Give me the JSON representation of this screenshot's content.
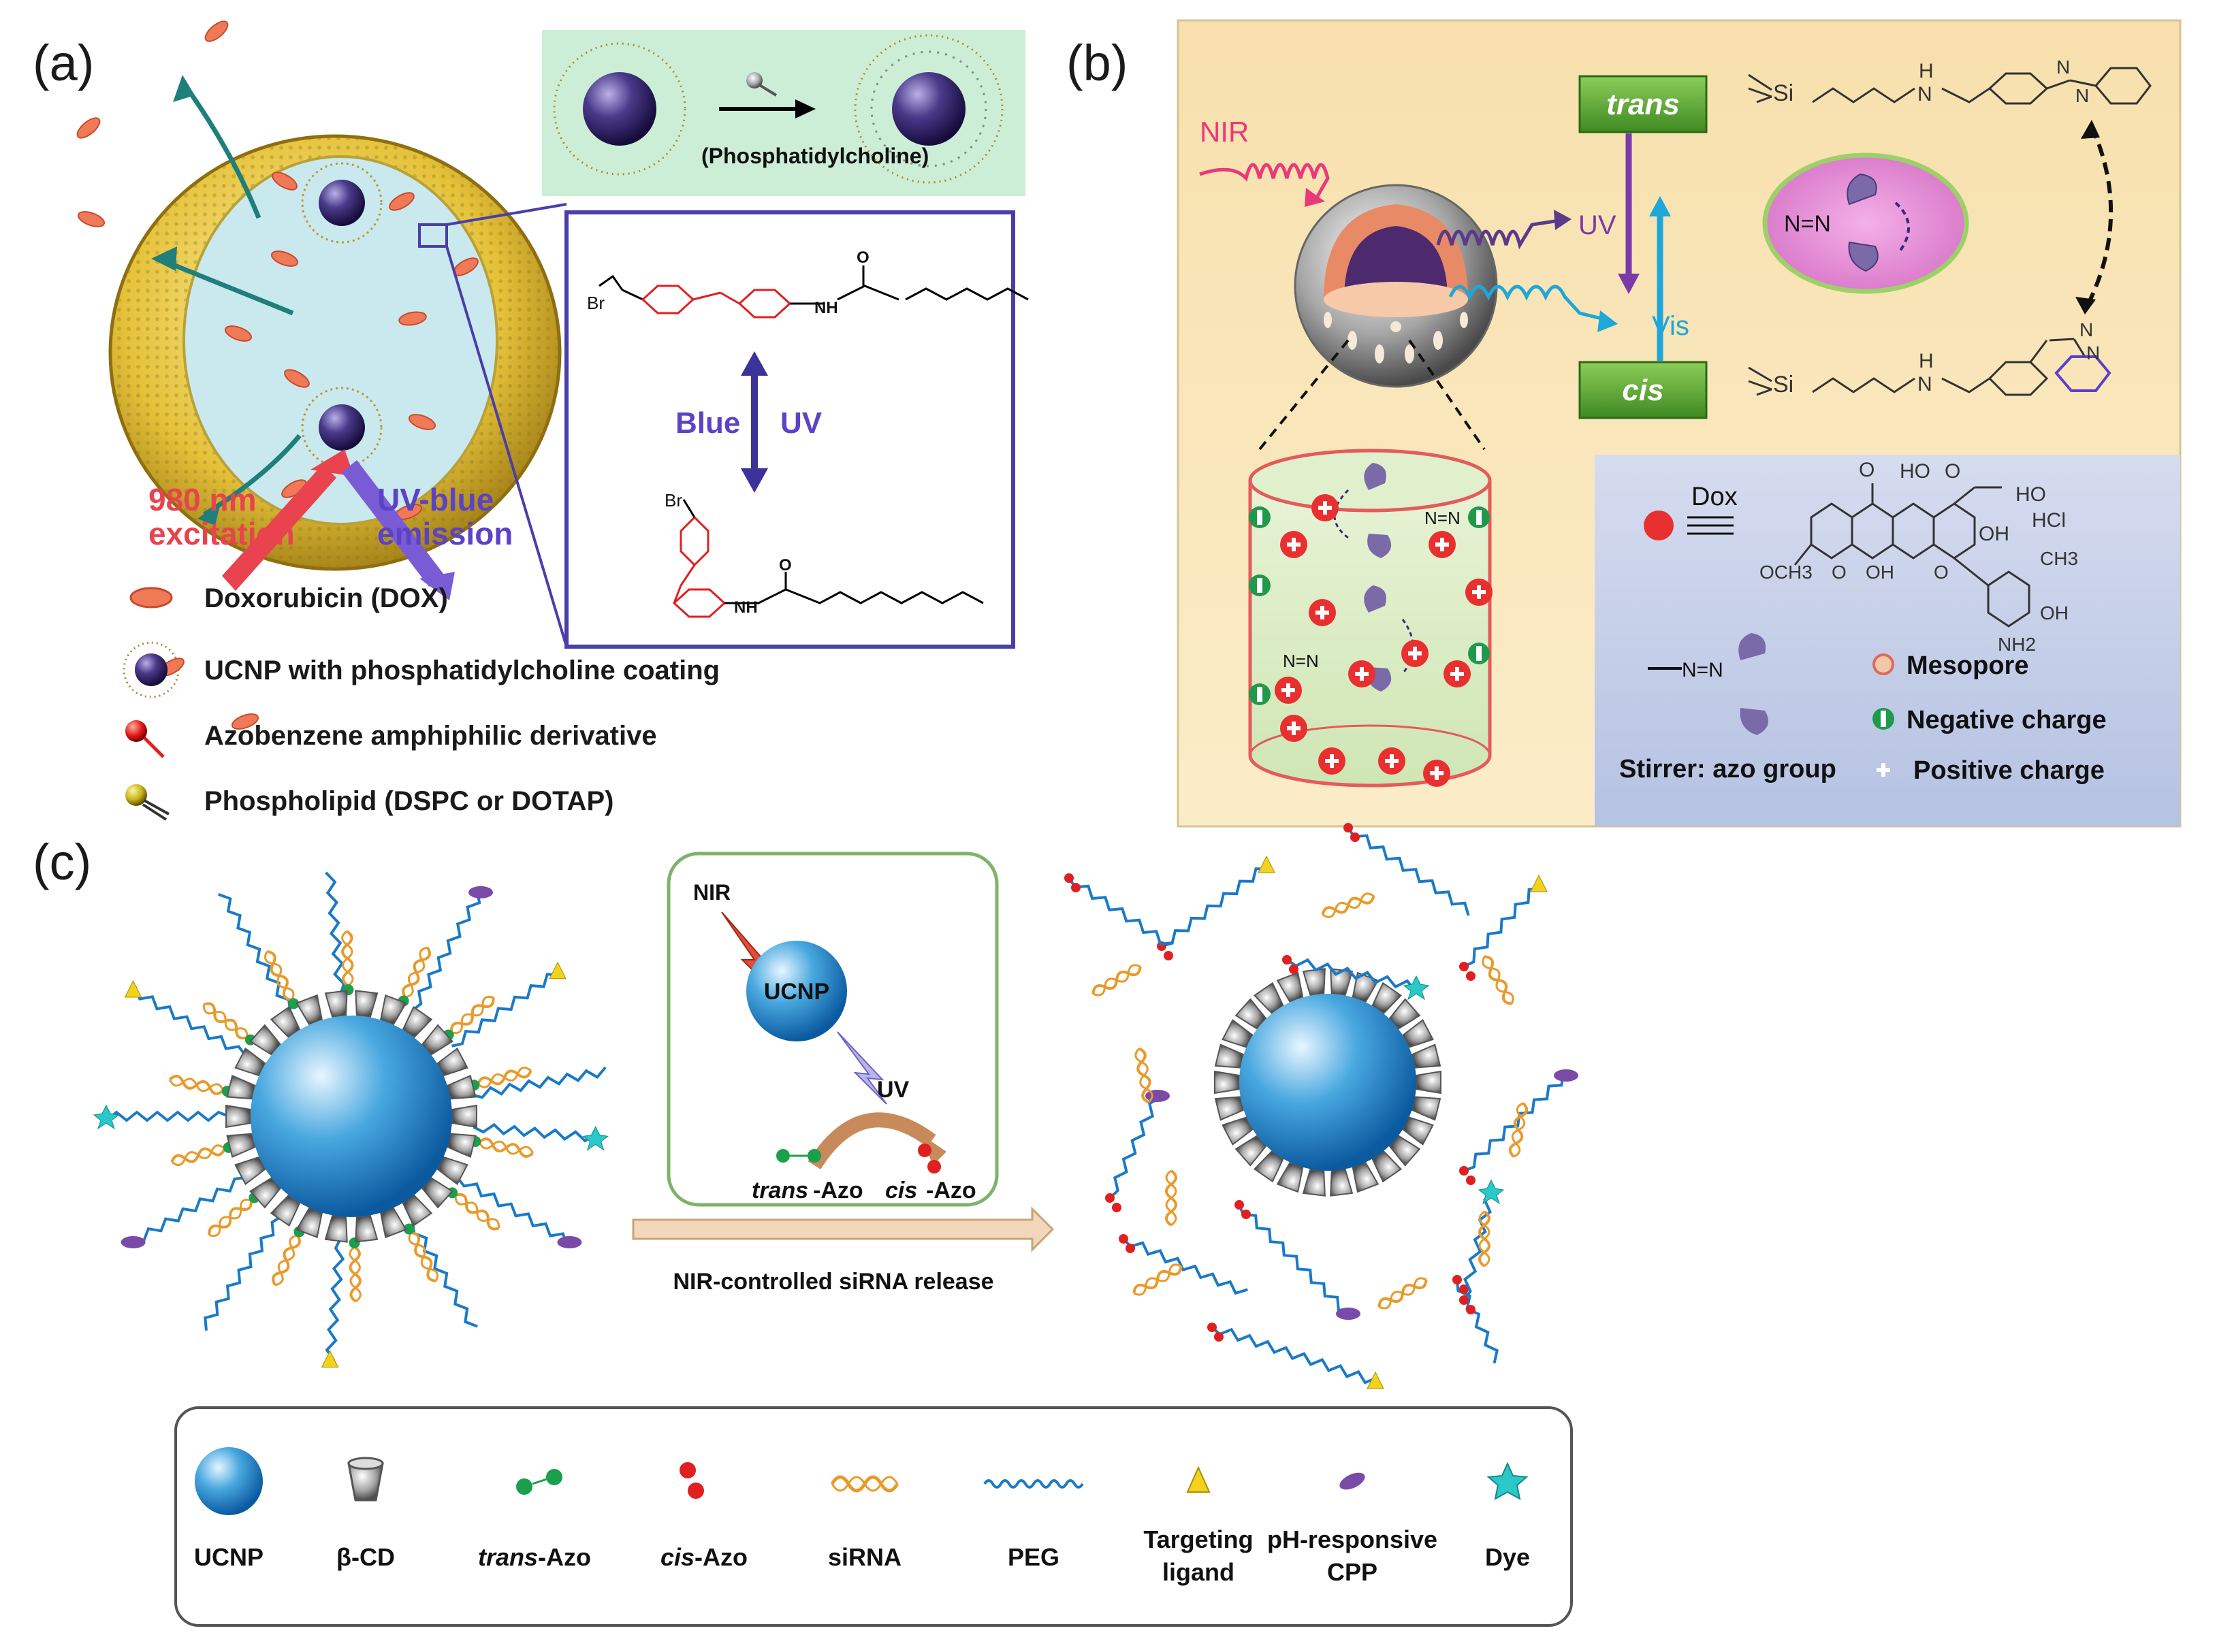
{
  "panel_a": {
    "label": "(a)",
    "reaction_label": "(Phosphatidylcholine)",
    "excitation_l1": "980 nm",
    "excitation_l2": "excitation",
    "emission_l1": "UV-blue",
    "emission_l2": "emission",
    "switch_blue": "Blue",
    "switch_uv": "UV",
    "bromide": "Br",
    "nh": "NH",
    "o": "O",
    "legend": [
      {
        "icon": "dox-icon",
        "text": "Doxorubicin (DOX)"
      },
      {
        "icon": "ucnp-coated-icon",
        "text": "UCNP with phosphatidylcholine coating"
      },
      {
        "icon": "azobenzene-icon",
        "text": "Azobenzene amphiphilic derivative"
      },
      {
        "icon": "phospholipid-icon",
        "text": "Phospholipid (DSPC or DOTAP)"
      }
    ],
    "colors": {
      "shell": "#e8c43a",
      "core": "#c6e8f0",
      "excite": "#e8434e",
      "emit": "#7a5bd6",
      "frame": "#4a3ea8"
    }
  },
  "panel_b": {
    "label": "(b)",
    "nir": "NIR",
    "uv": "UV",
    "vis": "Vis",
    "trans": "trans",
    "cis": "cis",
    "si": "Si",
    "h": "H",
    "n": "N",
    "dox": "Dox",
    "ho": "HO",
    "hcl": "HCl",
    "och3": "OCH3",
    "oh": "OH",
    "ch3": "CH3",
    "nh2": "NH2",
    "o": "O",
    "azo_text": "N=N",
    "legend": [
      {
        "icon": "mesopore-icon",
        "text": "Mesopore"
      },
      {
        "icon": "negative-charge-icon",
        "text": "Negative charge"
      },
      {
        "icon": "positive-charge-icon",
        "text": "Positive charge"
      }
    ],
    "stirrer": "Stirrer: azo group",
    "colors": {
      "bg": "#f9e4b0",
      "trans_box": "#5da83a",
      "legend_bg": "#c5cfe6"
    }
  },
  "panel_c": {
    "label": "(c)",
    "inset_nir": "NIR",
    "inset_ucnp": "UCNP",
    "inset_uv": "UV",
    "inset_trans_italic": "trans",
    "inset_cis_italic": "cis",
    "inset_azo": "-Azo",
    "arrow_caption": "NIR-controlled siRNA release",
    "legend": [
      {
        "icon": "ucnp-icon",
        "text": "UCNP"
      },
      {
        "icon": "beta-cd-icon",
        "text": "β-CD"
      },
      {
        "icon": "trans-azo-icon",
        "text": "-Azo",
        "prefix": "trans"
      },
      {
        "icon": "cis-azo-icon",
        "text": "-Azo",
        "prefix": "cis"
      },
      {
        "icon": "sirna-icon",
        "text": "siRNA"
      },
      {
        "icon": "peg-icon",
        "text": "PEG"
      },
      {
        "icon": "targeting-ligand-icon",
        "text": "Targeting",
        "text2": "ligand"
      },
      {
        "icon": "ph-cpp-icon",
        "text": "pH-responsive",
        "text2": "CPP"
      },
      {
        "icon": "dye-icon",
        "text": "Dye"
      }
    ]
  }
}
